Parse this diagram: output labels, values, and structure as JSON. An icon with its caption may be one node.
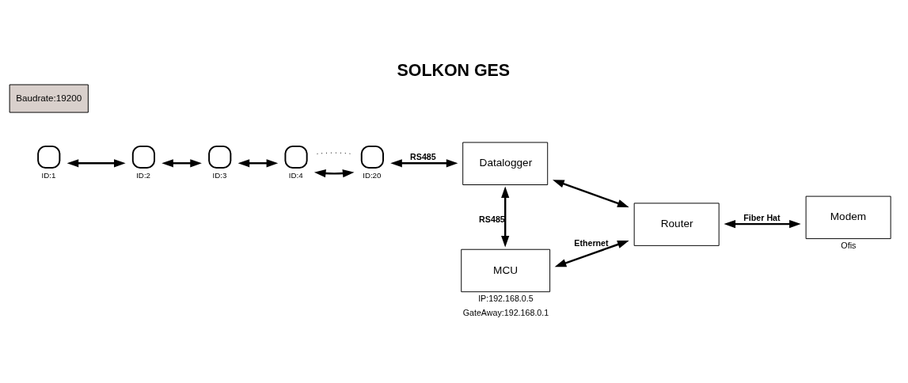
{
  "diagram": {
    "title": "SOLKON GES",
    "nodes": [
      {
        "text": [
          "ID:1"
        ]
      },
      {
        "text": [
          "ID:2"
        ]
      },
      {
        "text": [
          "ID:3"
        ]
      },
      {
        "text": [
          "ID:4"
        ]
      },
      {
        "text": [
          "ID:20"
        ]
      },
      {
        "text": [
          "Datalogger"
        ]
      },
      {
        "text": [
          "Router"
        ]
      },
      {
        "text": [
          "Modem"
        ],
        "beside": [
          "Ofis"
        ]
      },
      {
        "text": [
          "MCU"
        ],
        "beside": [
          "IP:192.168.0.5",
          "GateAway:192.168.0.1"
        ]
      }
    ],
    "edges": [
      {
        "from": 0,
        "to": 1,
        "arrow": "both"
      },
      {
        "from": 1,
        "to": 2,
        "arrow": "both"
      },
      {
        "from": 2,
        "to": 3,
        "arrow": "both"
      },
      {
        "from": 3,
        "to": 4,
        "arrow": "both"
      },
      {
        "from": 3,
        "to": 4,
        "arrow": "none",
        "style": "dashed"
      },
      {
        "from": 4,
        "to": 5,
        "arrow": "both",
        "label": "RS485"
      },
      {
        "from": 5,
        "to": 6,
        "arrow": "both"
      },
      {
        "from": 6,
        "to": 7,
        "arrow": "both",
        "label": "Fiber Hat"
      },
      {
        "from": 5,
        "to": 8,
        "arrow": "both",
        "label": "RS485"
      },
      {
        "from": 8,
        "to": 6,
        "arrow": "both",
        "label": "Ethernet"
      }
    ],
    "labels": [
      "Baudrate:19200"
    ]
  }
}
